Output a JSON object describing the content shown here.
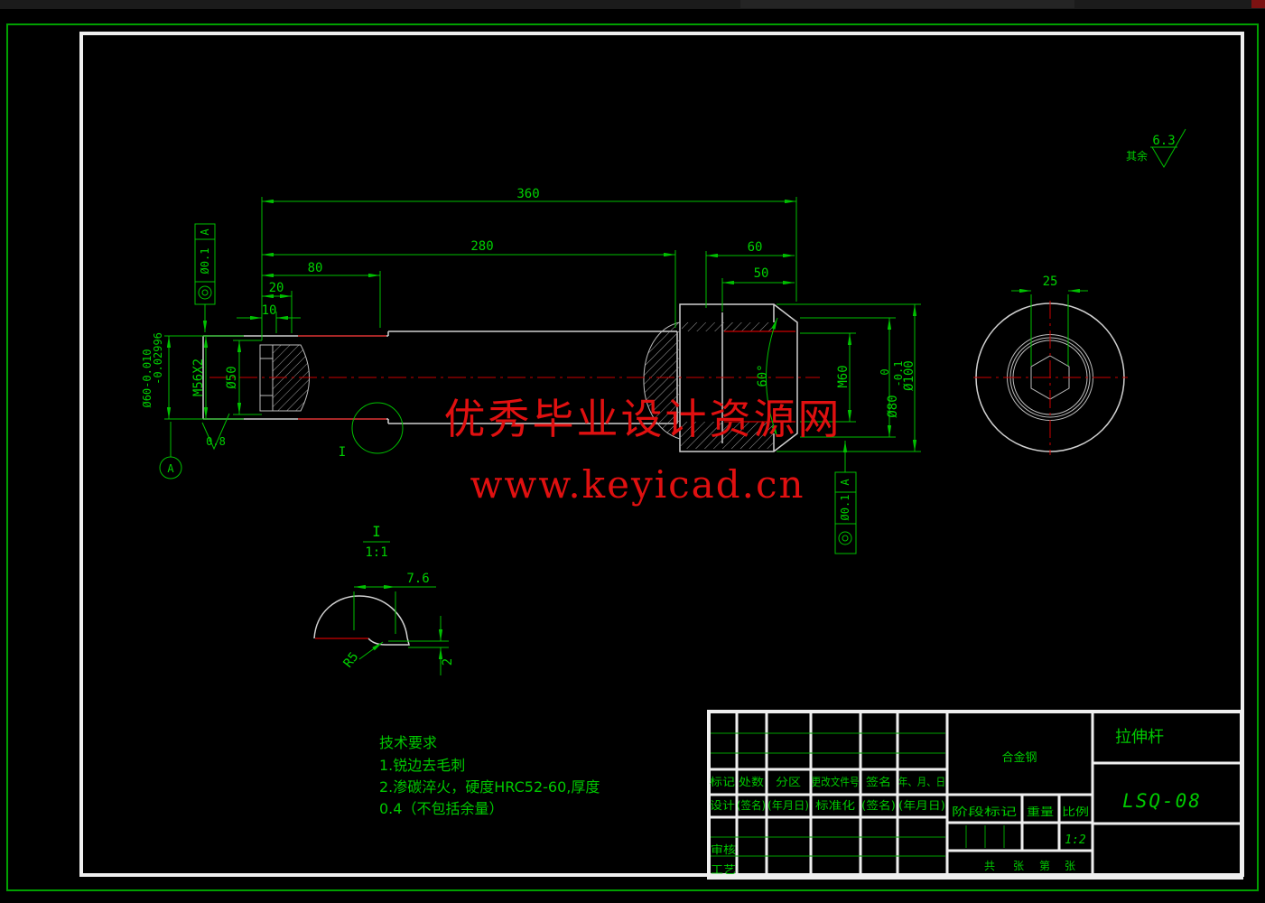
{
  "colors": {
    "background": "#000000",
    "border_outer_green": "#00a000",
    "border_inner_white": "#efefef",
    "annotation_green": "#00c800",
    "part_gray": "#d0d0d0",
    "centerline_red": "#cc0000",
    "watermark_red": "#e01010"
  },
  "surface_note": {
    "prefix": "其余",
    "value": "6.3"
  },
  "watermark": {
    "line1": "优秀毕业设计资源网",
    "line2": "www.keyicad.cn"
  },
  "main_view": {
    "dim_total": "360",
    "dim_280": "280",
    "dim_80": "80",
    "dim_20": "20",
    "dim_10": "10",
    "dim_head_60": "60",
    "dim_head_50": "50",
    "dia60_line1": "Ø60-0.010",
    "dia60_line2": "-0.02996",
    "thread_left": "M56X2",
    "dia50": "Ø50",
    "roughness": "0.8",
    "datum": "A",
    "angle": "60°",
    "thread_right": "M60",
    "dia80": "Ø80",
    "dia80_upper": "0",
    "dia80_lower": "-0.1",
    "dia100": "Ø100",
    "detail_mark": "I",
    "tol_top": {
      "value": "Ø0.1",
      "datum": "A"
    },
    "tol_bottom": {
      "value": "Ø0.1",
      "datum": "A"
    }
  },
  "end_view": {
    "dim_25": "25"
  },
  "detail_view": {
    "label": "I",
    "scale": "1:1",
    "dim_76": "7.6",
    "radius": "R5",
    "dim_2": "2"
  },
  "tech_req": {
    "title": "技术要求",
    "line1": "1.锐边去毛刺",
    "line2": "2.渗碳淬火，硬度HRC52-60,厚度",
    "line3": "0.4（不包括余量）"
  },
  "title_block": {
    "part_name": "拉伸杆",
    "drawing_no": "LSQ-08",
    "material": "合金钢",
    "scale_value": "1:2",
    "row1": [
      "标记",
      "处数",
      "分区",
      "更改文件号",
      "签名",
      "年、月、日"
    ],
    "row2": [
      "设计",
      "(签名)",
      "(年月日)",
      "标准化",
      "(签名)",
      "(年月日)"
    ],
    "audit": "审核",
    "process": "工艺",
    "stage_mark": "阶段标记",
    "weight": "重量",
    "scale_label": "比例",
    "sheet": [
      "共",
      "张",
      "第",
      "张"
    ]
  }
}
